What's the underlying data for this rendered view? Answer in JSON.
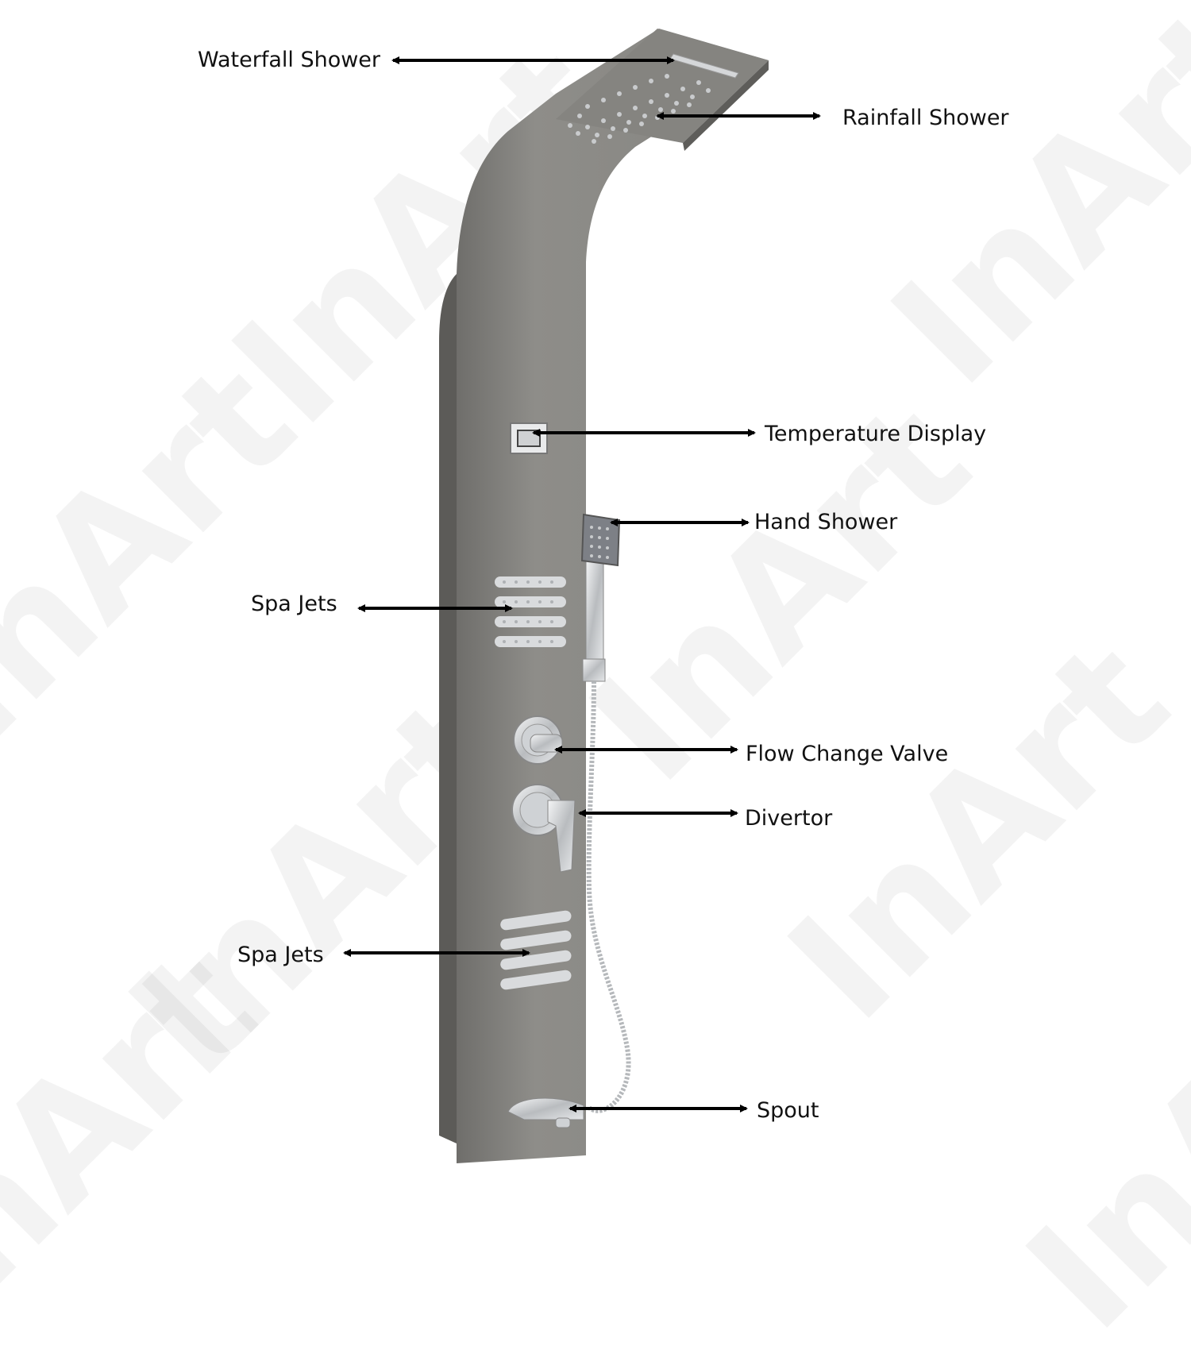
{
  "watermark": "InArt",
  "labels": {
    "waterfall_shower": "Waterfall Shower",
    "rainfall_shower": "Rainfall Shower",
    "temperature_display": "Temperature Display",
    "hand_shower": "Hand Shower",
    "spa_jets_upper": "Spa Jets",
    "flow_change_valve": "Flow Change Valve",
    "divertor": "Divertor",
    "spa_jets_lower": "Spa Jets",
    "spout": "Spout"
  },
  "colors": {
    "panel": "#8a8985",
    "panel_dark": "#5c5b58",
    "chrome": "#d8dadc",
    "arrow": "#000000"
  }
}
